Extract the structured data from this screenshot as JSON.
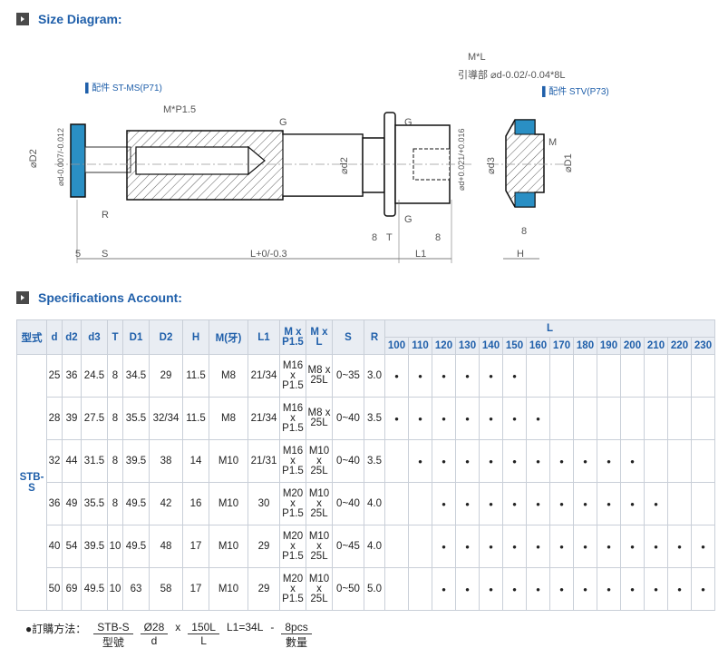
{
  "sections": {
    "size_diagram_title": "Size Diagram:",
    "spec_title": "Specifications Account:"
  },
  "diagram": {
    "label_st_ms": "▌配件 ST-MS(P71)",
    "label_stv": "▌配件 STV(P73)",
    "thread_label": "M*P1.5",
    "g_label": "G",
    "ml_label": "M*L",
    "guide_label": "引導部 ⌀d-0.02/-0.04*8L",
    "d2": "⌀D2",
    "d_tol1": "⌀d-0.007/-0.012",
    "d2_small": "⌀d2",
    "d_tol2": "⌀d+0.021/+0.016",
    "d3": "⌀d3",
    "D1": "⌀D1",
    "R": "R",
    "M": "M",
    "dim_5": "5",
    "dim_S": "S",
    "dim_L": "L+0/-0.3",
    "dim_8a": "8",
    "dim_T": "T",
    "dim_8b": "8",
    "dim_L1": "L1",
    "dim_8c": "8",
    "dim_H": "H",
    "dim_G": "G"
  },
  "table": {
    "headers": [
      "型式",
      "d",
      "d2",
      "d3",
      "T",
      "D1",
      "D2",
      "H",
      "M(牙)",
      "L1",
      "M x P1.5",
      "M x L",
      "S",
      "R"
    ],
    "l_header": "L",
    "l_values": [
      "100",
      "110",
      "120",
      "130",
      "140",
      "150",
      "160",
      "170",
      "180",
      "190",
      "200",
      "210",
      "220",
      "230"
    ],
    "model": "STB-S",
    "rows": [
      {
        "d": "25",
        "d2": "36",
        "d3": "24.5",
        "T": "8",
        "D1": "34.5",
        "D2": "29",
        "H": "11.5",
        "M": "M8",
        "L1": "21/34",
        "MxP": "M16 x P1.5",
        "MxL": "M8 x 25L",
        "S": "0~35",
        "R": "3.0",
        "marks": [
          1,
          1,
          1,
          1,
          1,
          1,
          0,
          0,
          0,
          0,
          0,
          0,
          0,
          0
        ]
      },
      {
        "d": "28",
        "d2": "39",
        "d3": "27.5",
        "T": "8",
        "D1": "35.5",
        "D2": "32/34",
        "H": "11.5",
        "M": "M8",
        "L1": "21/34",
        "MxP": "M16 x P1.5",
        "MxL": "M8 x 25L",
        "S": "0~40",
        "R": "3.5",
        "marks": [
          1,
          1,
          1,
          1,
          1,
          1,
          1,
          0,
          0,
          0,
          0,
          0,
          0,
          0
        ]
      },
      {
        "d": "32",
        "d2": "44",
        "d3": "31.5",
        "T": "8",
        "D1": "39.5",
        "D2": "38",
        "H": "14",
        "M": "M10",
        "L1": "21/31",
        "MxP": "M16 x P1.5",
        "MxL": "M10 x 25L",
        "S": "0~40",
        "R": "3.5",
        "marks": [
          0,
          1,
          1,
          1,
          1,
          1,
          1,
          1,
          1,
          1,
          1,
          0,
          0,
          0
        ]
      },
      {
        "d": "36",
        "d2": "49",
        "d3": "35.5",
        "T": "8",
        "D1": "49.5",
        "D2": "42",
        "H": "16",
        "M": "M10",
        "L1": "30",
        "MxP": "M20 x P1.5",
        "MxL": "M10 x 25L",
        "S": "0~40",
        "R": "4.0",
        "marks": [
          0,
          0,
          1,
          1,
          1,
          1,
          1,
          1,
          1,
          1,
          1,
          1,
          0,
          0
        ]
      },
      {
        "d": "40",
        "d2": "54",
        "d3": "39.5",
        "T": "10",
        "D1": "49.5",
        "D2": "48",
        "H": "17",
        "M": "M10",
        "L1": "29",
        "MxP": "M20 x P1.5",
        "MxL": "M10 x 25L",
        "S": "0~45",
        "R": "4.0",
        "marks": [
          0,
          0,
          1,
          1,
          1,
          1,
          1,
          1,
          1,
          1,
          1,
          1,
          1,
          1
        ]
      },
      {
        "d": "50",
        "d2": "69",
        "d3": "49.5",
        "T": "10",
        "D1": "63",
        "D2": "58",
        "H": "17",
        "M": "M10",
        "L1": "29",
        "MxP": "M20 x P1.5",
        "MxL": "M10 x 25L",
        "S": "0~50",
        "R": "5.0",
        "marks": [
          0,
          0,
          1,
          1,
          1,
          1,
          1,
          1,
          1,
          1,
          1,
          1,
          1,
          1
        ]
      }
    ]
  },
  "order": {
    "label": "●訂購方法：",
    "model_top": "STB-S",
    "model_bot": "型號",
    "d_top": "Ø28",
    "d_bot": "d",
    "x": "x",
    "l_top": "150L",
    "l_bot": "L",
    "l1": "L1=34L",
    "dash": "-",
    "qty_top": "8pcs",
    "qty_bot": "數量"
  },
  "colors": {
    "accent": "#1f5faa",
    "header_bg": "#e9edf3",
    "icon_bg": "#4a4a4a"
  }
}
